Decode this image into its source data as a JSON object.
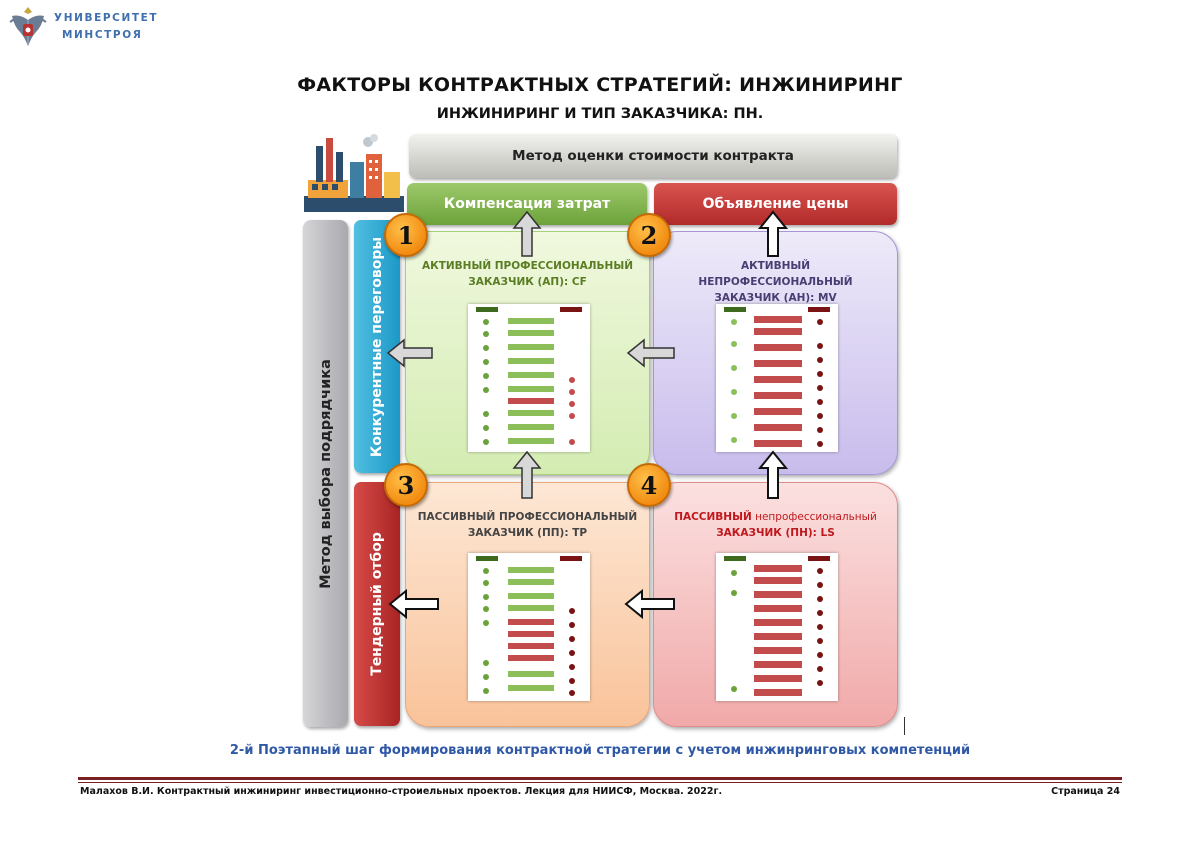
{
  "header": {
    "logo_line1": "УНИВЕРСИТЕТ",
    "logo_line2": "МИНСТРОЯ"
  },
  "title": "ФАКТОРЫ  КОНТРАКТНЫХ  СТРАТЕГИЙ: ИНЖИНИРИНГ",
  "subtitle": "ИНЖИНИРИНГ И ТИП ЗАКАЗЧИКА: ПН.",
  "diagram": {
    "top_bar": "Метод оценки стоимости контракта",
    "cost_compensation": "Компенсация затрат",
    "price_announcement": "Объявление цены",
    "left_outer": "Метод выбора подрядчика",
    "left_upper": "Конкурентные переговоры",
    "left_lower": "Тендерный отбор",
    "quadrants": [
      {
        "number": "1",
        "title_line1": "АКТИВНЫЙ ПРОФЕССИОНАЛЬНЫЙ",
        "title_line2": "ЗАКАЗЧИК (АП): CF"
      },
      {
        "number": "2",
        "title_line1": "АКТИВНЫЙ НЕПРОФЕССИОНАЛЬНЫЙ",
        "title_line2": "ЗАКАЗЧИК (АН): MV"
      },
      {
        "number": "3",
        "title_line1": "ПАССИВНЫЙ ПРОФЕССИОНАЛЬНЫЙ",
        "title_line2": "ЗАКАЗЧИК (ПП): TP"
      },
      {
        "number": "4",
        "title_red_a": "ПАССИВНЫЙ",
        "title_red_b": " непрофессиональный",
        "title_line2": "ЗАКАЗЧИК (ПН): LS"
      }
    ]
  },
  "caption": "2-й Поэтапный шаг формирования контрактной стратегии с учетом инжинринговых компетенций",
  "footer": {
    "left": "Малахов В.И. Контрактный инжиниринг инвестиционно-строиельных проектов. Лекция для НИИСФ, Москва. 2022г.",
    "right": "Страница 24"
  },
  "colors": {
    "brand_blue": "#3f6fae",
    "caption_blue": "#2f58a6",
    "footer_rule": "#7a1f24",
    "green": "#6da23a",
    "red": "#b22b2b",
    "cyan": "#1c98c7",
    "badge_orange": "#f28c12"
  }
}
